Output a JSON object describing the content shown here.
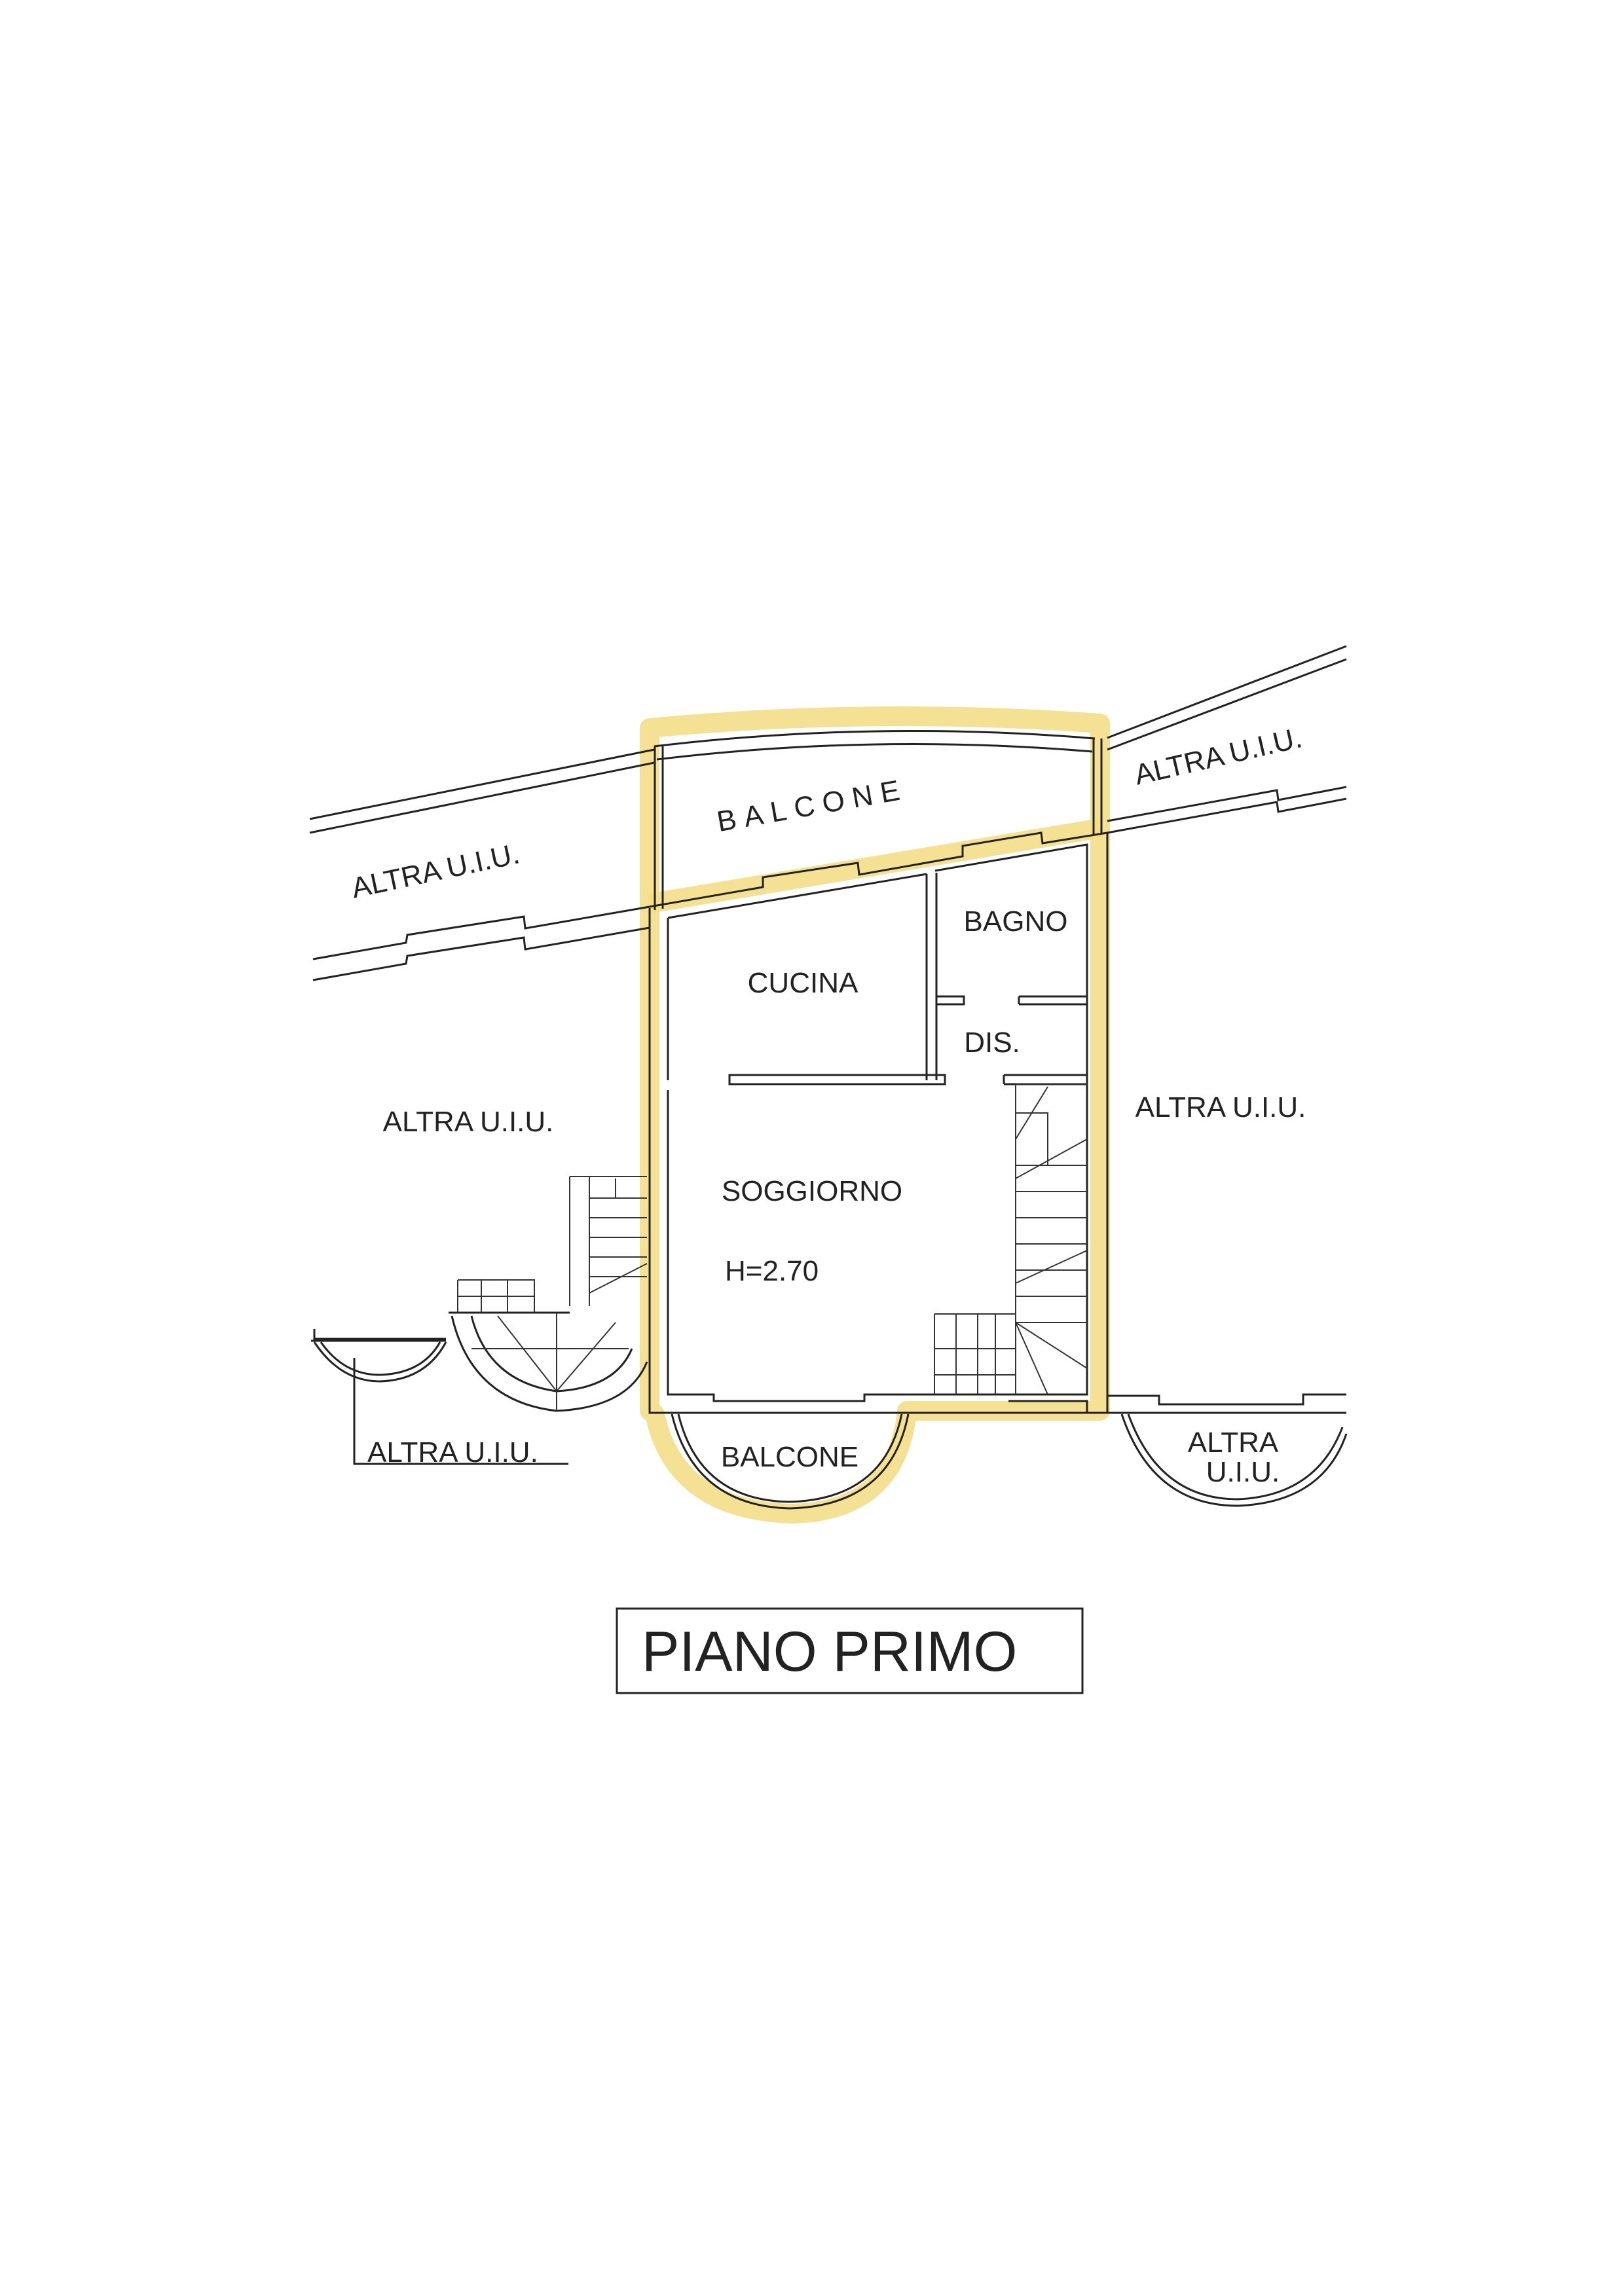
{
  "plan": {
    "labels": {
      "altra_top_left": "ALTRA U.I.U.",
      "balcone_top": "BALCONE",
      "altra_top_right": "ALTRA U.I.U.",
      "bagno": "BAGNO",
      "cucina": "CUCINA",
      "dis": "DIS.",
      "altra_left": "ALTRA U.I.U.",
      "altra_right": "ALTRA U.I.U.",
      "soggiorno": "SOGGIORNO",
      "height": "H=2.70",
      "altra_bottom_left": "ALTRA U.I.U.",
      "balcone_bottom": "BALCONE",
      "altra_bottom_right_1": "ALTRA",
      "altra_bottom_right_2": "U.I.U."
    },
    "highlight_color": "#f3dc80"
  },
  "title": "PIANO PRIMO"
}
